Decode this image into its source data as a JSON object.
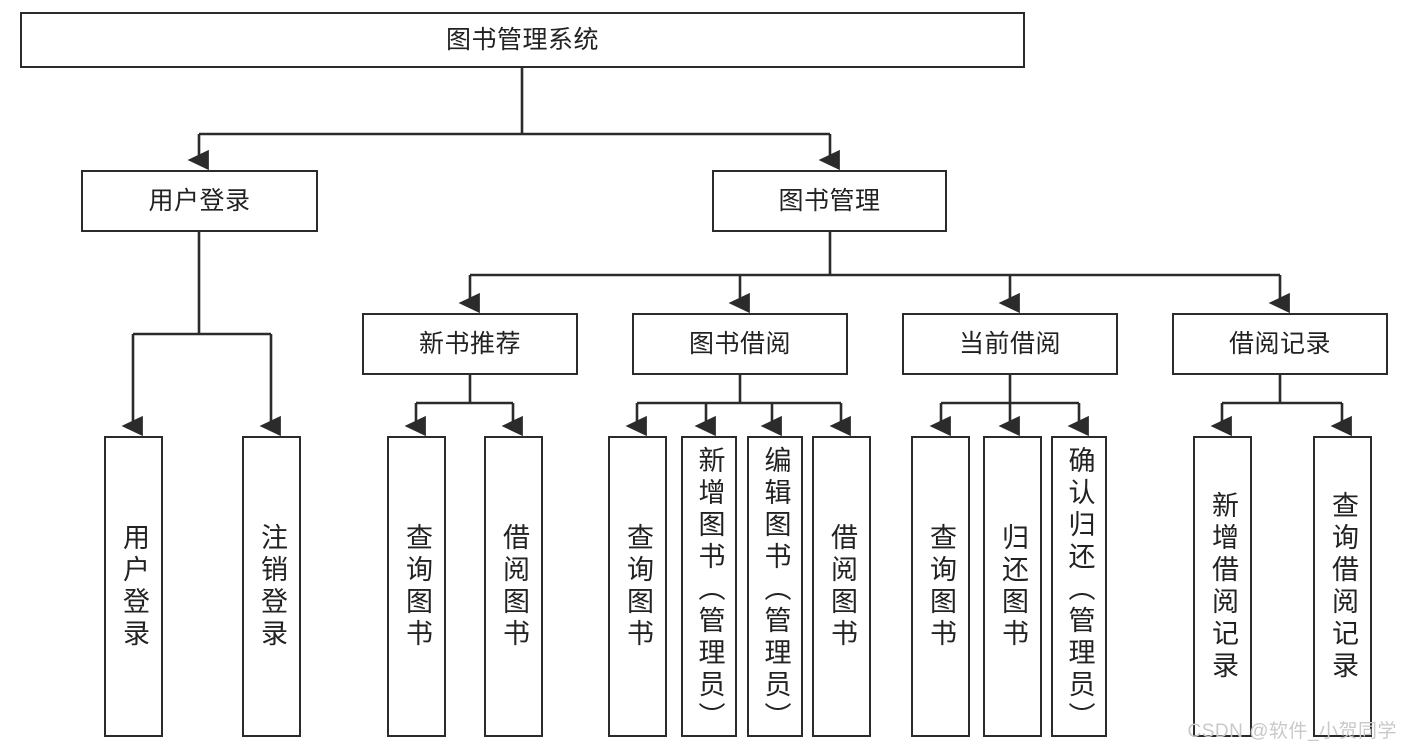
{
  "diagram": {
    "title": "图书管理系统",
    "type": "tree-hierarchy-chart",
    "accent_line_color": "#2b2b2b",
    "box_fill_color": "#ffffff",
    "text_color": "#222222"
  },
  "nodes": {
    "root": {
      "label": "图书管理系统"
    },
    "level2": [
      {
        "id": "user-login",
        "label": "用户登录"
      },
      {
        "id": "book-manage",
        "label": "图书管理"
      }
    ],
    "level3": [
      {
        "id": "new-book-recommend",
        "label": "新书推荐"
      },
      {
        "id": "book-borrow",
        "label": "图书借阅"
      },
      {
        "id": "current-borrow",
        "label": "当前借阅"
      },
      {
        "id": "borrow-record",
        "label": "借阅记录"
      }
    ],
    "leaves": {
      "user-login": [
        {
          "id": "leaf-user-login",
          "label": "用户登录"
        },
        {
          "id": "leaf-user-logout",
          "label": "注销登录"
        }
      ],
      "new-book-recommend": [
        {
          "id": "leaf-query-book-1",
          "label": "查询图书"
        },
        {
          "id": "leaf-borrow-book-1",
          "label": "借阅图书"
        }
      ],
      "book-borrow": [
        {
          "id": "leaf-query-book-2",
          "label": "查询图书"
        },
        {
          "id": "leaf-add-book",
          "label": "新增图书（管理员）"
        },
        {
          "id": "leaf-edit-book",
          "label": "编辑图书（管理员）"
        },
        {
          "id": "leaf-borrow-book-2",
          "label": "借阅图书"
        }
      ],
      "current-borrow": [
        {
          "id": "leaf-query-book-3",
          "label": "查询图书"
        },
        {
          "id": "leaf-return-book",
          "label": "归还图书"
        },
        {
          "id": "leaf-confirm-return",
          "label": "确认归还（管理员）"
        }
      ],
      "borrow-record": [
        {
          "id": "leaf-add-record",
          "label": "新增借阅记录"
        },
        {
          "id": "leaf-query-record",
          "label": "查询借阅记录"
        }
      ]
    }
  },
  "watermark": {
    "text": "CSDN @软件_小贺同学"
  }
}
